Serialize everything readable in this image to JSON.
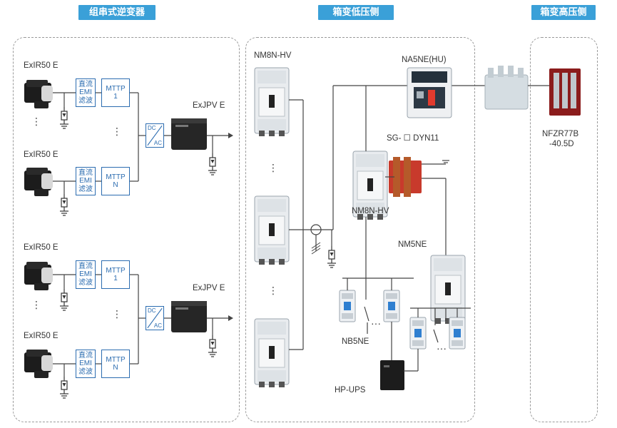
{
  "headers": {
    "string_inverter": "组串式逆变器",
    "lv_side": "箱变低压侧",
    "hv_side": "箱变高压侧"
  },
  "string_inverter": {
    "switch_label": "ExIR50 E",
    "filter_label_lines": [
      "直流",
      "EMI",
      "滤波"
    ],
    "mppt_labels": [
      [
        "MTTP",
        "1"
      ],
      [
        "MTTP",
        "N"
      ]
    ],
    "converter_top": "DC",
    "converter_bottom": "AC",
    "spd_label": "ExJPV E",
    "ellipsis": "⋮"
  },
  "lv_side": {
    "breaker_main": "NM8N-HV",
    "acb": "NA5NE(HU)",
    "transformer_label": "SG-  ☐  DYN11",
    "breaker_small": "NM8N-HV",
    "mccb": "NM5NE",
    "mcb": "NB5NE",
    "ups": "HP-UPS",
    "ellipsis_h": "···"
  },
  "hv_side": {
    "fuse_label_line1": "NFZR77B",
    "fuse_label_line2": "-40.5D"
  },
  "colors": {
    "header_bg": "#3aa0d8",
    "box_border": "#2b6cb0",
    "wire": "#444444"
  }
}
